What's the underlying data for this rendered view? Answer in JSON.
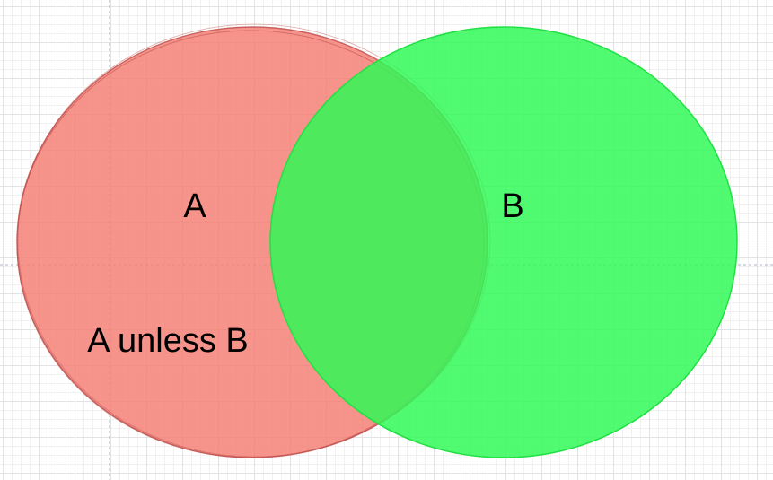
{
  "diagram": {
    "circle_a": {
      "label": "A",
      "fill": "#f47c73",
      "stroke": "#c0504d"
    },
    "circle_b": {
      "label": "B",
      "fill": "#2ef956",
      "stroke": "#20e044"
    },
    "region_label": "A unless B",
    "guide_color": "#aeb6c2"
  }
}
